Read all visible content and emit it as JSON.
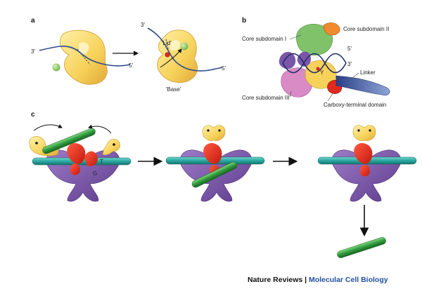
{
  "panels": {
    "a": {
      "letter": "a",
      "left_3": "3′",
      "left_5": "5′",
      "right_3": "3′",
      "right_5": "5′",
      "lid": "'Lid'",
      "base": "'Base'"
    },
    "b": {
      "letter": "b",
      "core1": "Core subdomain I",
      "core2": "Core subdomain II",
      "core3": "Core subdomain III",
      "linker": "Linker",
      "ctd": "Carboxy-terminal domain",
      "end5": "5′",
      "end3": "3′",
      "y": "Y"
    },
    "c": {
      "letter": "c",
      "t": "T",
      "g": "G"
    }
  },
  "credit": {
    "publisher": "Nature Reviews",
    "separator": " | ",
    "journal": "Molecular Cell Biology"
  },
  "colors": {
    "yellow": "#f7d25a",
    "green_ball": "#8fcc6a",
    "dna": "#2f4a8c",
    "purple": "#7a55a8",
    "red": "#e02a1e",
    "teal": "#2aa7a0",
    "green_rod": "#2f9a3c"
  }
}
